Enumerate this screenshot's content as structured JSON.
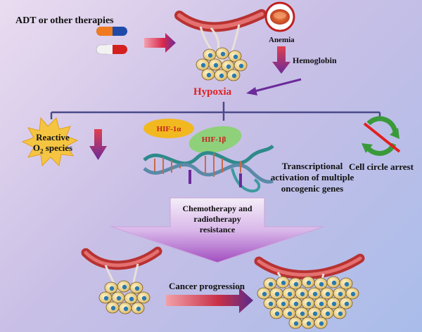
{
  "labels": {
    "therapies": "ADT or other therapies",
    "anemia": "Anemia",
    "hemoglobin": "Hemoglobin",
    "hypoxia": "Hypoxia",
    "ros_line1": "Reactive",
    "ros_line2": "O",
    "ros_sub": "2",
    "ros_line2b": " species",
    "hif1a": "HIF-1α",
    "hif1b": "HIF-1β",
    "transcription_line1": "Transcriptional",
    "transcription_line2": "activation of multiple",
    "transcription_line3": "oncogenic genes",
    "cell_cycle": "Cell circle arrest",
    "resistance_line1": "Chemotherapy and",
    "resistance_line2": "radiotherapy",
    "resistance_line3": "resistance",
    "progression": "Cancer progression"
  },
  "colors": {
    "hypoxia_text": "#e02020",
    "arrow_red": "#d8284a",
    "arrow_purple": "#5a2a9a",
    "branch_line": "#4a4a8a",
    "hif1a_fill": "#f2b81f",
    "hif1b_fill": "#8fd07a",
    "star_fill": "#f5c542",
    "vessel": "#d44a4a",
    "cycle_green": "#3a9a3a"
  },
  "icons": [
    "capsule-blue-icon",
    "capsule-red-icon",
    "blood-vessel-tumor-icon",
    "red-blood-cell-icon",
    "dna-helix-icon",
    "cell-cycle-arrows-icon",
    "ros-starburst-icon"
  ]
}
